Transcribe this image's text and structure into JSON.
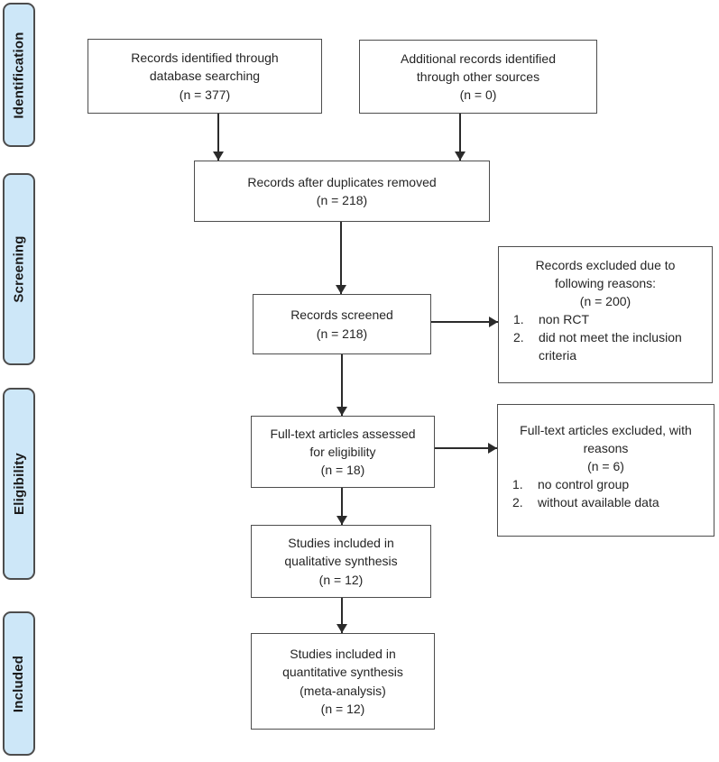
{
  "diagram": {
    "stages": [
      {
        "label": "Identification"
      },
      {
        "label": "Screening"
      },
      {
        "label": "Eligibility"
      },
      {
        "label": "Included"
      }
    ],
    "boxes": {
      "records_identified": {
        "lines": [
          "Records identified through",
          "database searching",
          "(n = 377)"
        ]
      },
      "additional_records": {
        "lines": [
          "Additional records identified",
          "through other sources",
          "(n = 0)"
        ]
      },
      "after_duplicates": {
        "lines": [
          "Records after duplicates removed",
          "(n = 218)"
        ]
      },
      "records_screened": {
        "lines": [
          "Records screened",
          "(n = 218)"
        ]
      },
      "records_excluded": {
        "lines": [
          "Records excluded due to",
          "following reasons:",
          "(n = 200)"
        ],
        "items": [
          {
            "num": "1.",
            "text": "non RCT"
          },
          {
            "num": "2.",
            "text": "did not meet the inclusion criteria"
          }
        ]
      },
      "fulltext_assessed": {
        "lines": [
          "Full-text articles assessed",
          "for eligibility",
          "(n = 18)"
        ]
      },
      "fulltext_excluded": {
        "lines": [
          "Full-text articles excluded, with",
          "reasons",
          "(n = 6)"
        ],
        "items": [
          {
            "num": "1.",
            "text": "no control group"
          },
          {
            "num": "2.",
            "text": "without available data"
          }
        ]
      },
      "qualitative_synthesis": {
        "lines": [
          "Studies included in",
          "qualitative synthesis",
          "(n = 12)"
        ]
      },
      "quantitative_synthesis": {
        "lines": [
          "Studies included in",
          "quantitative synthesis",
          "(meta-analysis)",
          "(n = 12)"
        ]
      }
    },
    "colors": {
      "stage_fill": "#cde7f8",
      "stage_border": "#4d4d4d",
      "box_border": "#4d4d4d",
      "arrow": "#2b2b2b",
      "text": "#252525",
      "background": "#ffffff"
    }
  }
}
